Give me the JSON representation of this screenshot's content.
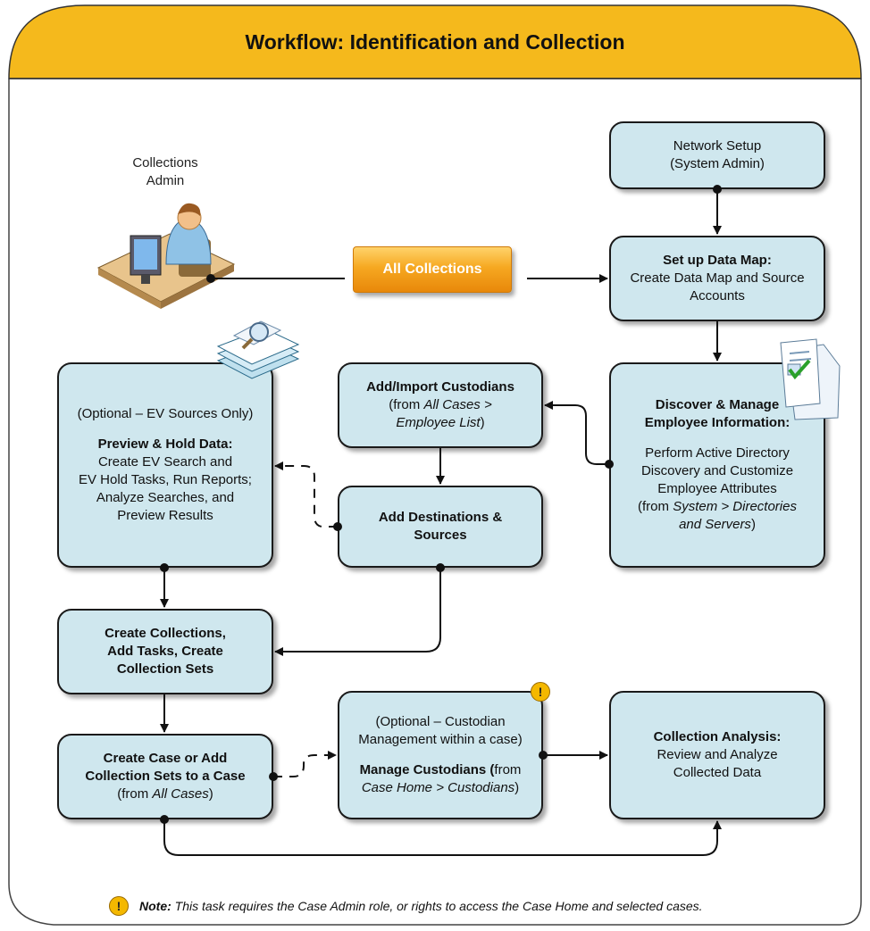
{
  "title": "Workflow: Identification and Collection",
  "actor": {
    "line1": "Collections",
    "line2": "Admin"
  },
  "all_collections_button": "All Collections",
  "nodes": {
    "network_setup": {
      "line1": "Network Setup",
      "line2": "(System Admin)"
    },
    "data_map": {
      "heading": "Set up Data Map:",
      "line1": "Create Data Map and Source",
      "line2": "Accounts"
    },
    "discover": {
      "heading1": "Discover & Manage",
      "heading2": "Employee Information:",
      "line1": "Perform Active Directory",
      "line2": "Discovery and Customize",
      "line3": "Employee Attributes",
      "line4_pre": "(from ",
      "line4_italic": "System > Directories",
      "line5_italic": "and Servers",
      "line5_post": ")"
    },
    "add_custodians": {
      "heading": "Add/Import Custodians",
      "line1_pre": "(from ",
      "line1_italic": "All Cases >",
      "line2_italic": "Employee List",
      "line2_post": ")"
    },
    "add_destinations": {
      "line1": "Add Destinations &",
      "line2": "Sources"
    },
    "preview_hold": {
      "optional": "(Optional – EV Sources Only)",
      "heading": "Preview & Hold Data:",
      "line1": "Create EV Search and",
      "line2": "EV Hold Tasks, Run Reports;",
      "line3": "Analyze Searches, and",
      "line4": "Preview Results"
    },
    "create_collections": {
      "line1": "Create Collections,",
      "line2": "Add Tasks, Create",
      "line3": "Collection Sets"
    },
    "create_case": {
      "line1": "Create Case or Add",
      "line2": "Collection Sets to a Case",
      "line3_pre": "(from ",
      "line3_italic": "All Cases",
      "line3_post": ")"
    },
    "manage_custodians": {
      "optional1": "(Optional – Custodian",
      "optional2": "Management within a case)",
      "heading": "Manage Custodians (",
      "heading_post": "from",
      "line1_italic": "Case Home > Custodians",
      "line1_post": ")"
    },
    "collection_analysis": {
      "heading": "Collection Analysis:",
      "line1": "Review and Analyze",
      "line2": "Collected Data"
    }
  },
  "note": {
    "label": "Note:",
    "text": " This task requires the Case Admin role, or rights to access the Case Home and selected cases."
  },
  "warning_glyph": "!",
  "colors": {
    "banner": "#f5b91c",
    "box_fill": "#cfe7ee",
    "button": "#f6a821",
    "warning": "#f4b800"
  }
}
